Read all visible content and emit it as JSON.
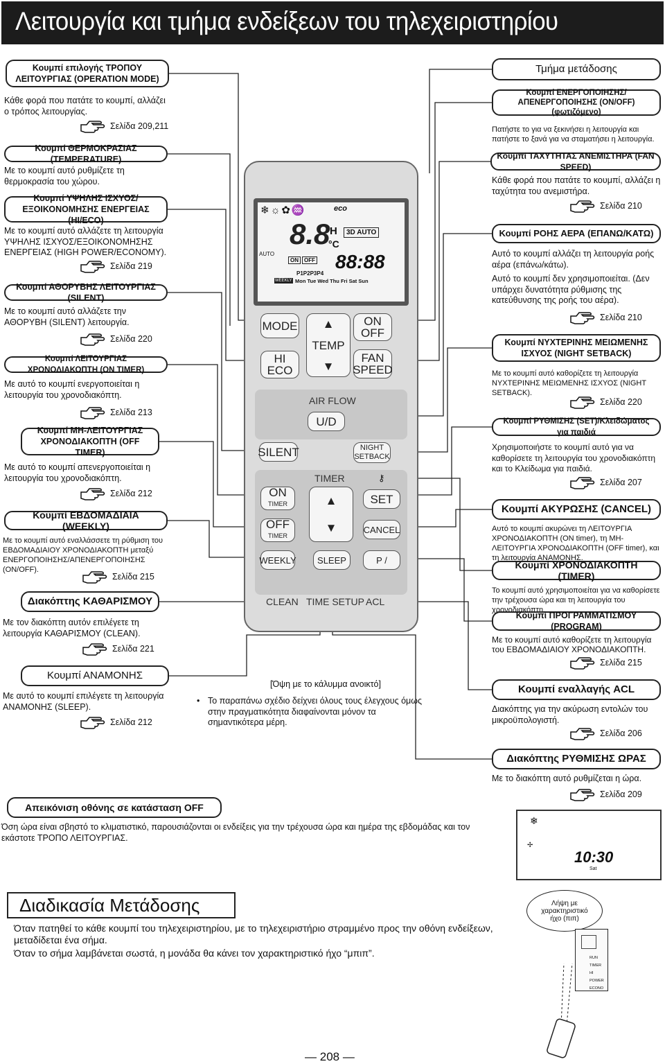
{
  "header": {
    "title": "Λειτουργία και τμήμα ενδείξεων του τηλεχειριστηρίου"
  },
  "left": [
    {
      "title": "Κουμπί επιλογής ΤΡΟΠΟΥ ΛΕΙΤΟΥΡΓΙΑΣ (OPERATION MODE)",
      "desc": "Κάθε φορά που πατάτε το κουμπί, αλλάζει ο τρόπος λειτουργίας.",
      "page": "Σελίδα 209,211"
    },
    {
      "title": "Κουμπί ΘΕΡΜΟΚΡΑΣΙΑΣ (TEMPERATURE)",
      "desc": "Με το κουμπί αυτό ρυθμίζετε τη θερμοκρασία του χώρου."
    },
    {
      "title": "Κουμπί ΥΨΗΛΗΣ ΙΣΧΥΟΣ/ ΕΞΟΙΚΟΝΟΜΗΣΗΣ ΕΝΕΡΓΕΙΑΣ (HI/ECO)",
      "desc": "Με το κουμπί αυτό αλλάζετε τη λειτουργία ΥΨΗΛΗΣ ΙΣΧΥΟΣ/ΕΞΟΙΚΟΝΟΜΗΣΗΣ ΕΝΕΡΓΕΙΑΣ (HIGH POWER/ECONOMY).",
      "page": "Σελίδα 219"
    },
    {
      "title": "Κουμπί ΑΘΟΡΥΒΗΣ ΛΕΙΤΟΥΡΓΙΑΣ (SILENT)",
      "desc": "Με το κουμπί αυτό αλλάζετε την ΑΘΟΡΥΒΗ (SILENT) λειτουργία.",
      "page": "Σελίδα 220"
    },
    {
      "title": "Κουμπί ΛΕΙΤΟΥΡΓΙΑΣ ΧΡΟΝΟΔΙΑΚΟΠΤΗ (ON TIMER)",
      "desc": "Με αυτό το κουμπί ενεργοποιείται η λειτουργία του χρονοδιακόπτη.",
      "page": "Σελίδα 213"
    },
    {
      "title": "Κουμπί ΜΗ-ΛΕΙΤΟΥΡΓΙΑΣ ΧΡΟΝΟΔΙΑΚΟΠΤΗ (OFF TIMER)",
      "desc": "Με αυτό το κουμπί απενεργοποιείται η λειτουργία του χρονοδιακόπτη.",
      "page": "Σελίδα 212"
    },
    {
      "title": "Κουμπί ΕΒΔΟΜΑΔΙΑΙΑ (WEEKLY)",
      "desc": "Με το κουμπί αυτό εναλλάσσετε τη ρύθμιση του ΕΒΔΟΜΑΔΙΑΙΟΥ ΧΡΟΝΟΔΙΑΚΟΠΤΗ μεταξύ ΕΝΕΡΓΟΠΟΙΗΣΗΣ/ΑΠΕΝΕΡΓΟΠΟΙΗΣΗΣ (ON/OFF).",
      "page": "Σελίδα 215"
    },
    {
      "title": "Διακόπτης ΚΑΘΑΡΙΣΜΟΥ",
      "desc": "Με τον διακόπτη αυτόν επιλέγετε τη λειτουργία ΚΑΘΑΡΙΣΜΟΥ (CLEAN).",
      "page": "Σελίδα 221"
    },
    {
      "title": "Κουμπί ΑΝΑΜΟΝΗΣ",
      "desc": "Με αυτό το κουμπί επιλέγετε τη λειτουργία ΑΝΑΜΟΝΗΣ (SLEEP).",
      "page": "Σελίδα 212"
    }
  ],
  "right": [
    {
      "title": "Τμήμα μετάδοσης"
    },
    {
      "title": "Κουμπί ΕΝΕΡΓΟΠΟΙΗΣΗΣ/ΑΠΕΝΕΡΓΟΠΟΙΗΣΗΣ (ON/OFF) (φωτιζόμενο)",
      "desc": "Πατήστε το για να ξεκινήσει η λειτουργία και πατήστε το ξανά για να σταματήσει η λειτουργία."
    },
    {
      "title": "Κουμπί ΤΑΧΥΤΗΤΑΣ ΑΝΕΜΙΣΤΗΡΑ (FAN SPEED)",
      "desc": "Κάθε φορά που πατάτε το κουμπί, αλλάζει η ταχύτητα του ανεμιστήρα.",
      "page": "Σελίδα 210"
    },
    {
      "title": "Κουμπί ΡΟΗΣ ΑΕΡΑ (ΕΠΑΝΩ/ΚΑΤΩ)",
      "desc": "Αυτό το κουμπί αλλάζει τη λειτουργία ροής αέρα (επάνω/κάτω).",
      "desc2": "Αυτό το κουμπί δεν χρησιμοποιείται. (Δεν υπάρχει δυνατότητα ρύθμισης της κατεύθυνσης της ροής του αέρα).",
      "page": "Σελίδα 210"
    },
    {
      "title": "Κουμπί ΝΥΧΤΕΡΙΝΗΣ ΜΕΙΩΜΕΝΗΣ ΙΣΧΥΟΣ (NIGHT SETBACK)",
      "desc": "Με το κουμπί αυτό καθορίζετε τη λειτουργία ΝΥΧΤΕΡΙΝΗΣ ΜΕΙΩΜΕΝΗΣ ΙΣΧΥΟΣ (NIGHT SETBACK).",
      "page": "Σελίδα 220"
    },
    {
      "title": "Κουμπί ΡΥΘΜΙΣΗΣ (SET)/Κλειδώματος για παιδιά",
      "desc": "Χρησιμοποιήστε το κουμπί αυτό για να καθορίσετε τη λειτουργία του χρονοδιακόπτη και το Κλείδωμα για παιδιά.",
      "page": "Σελίδα 207"
    },
    {
      "title": "Κουμπί ΑΚΥΡΩΣΗΣ (CANCEL)",
      "desc": "Αυτό το κουμπί ακυρώνει τη ΛΕΙΤΟΥΡΓΙΑ ΧΡΟΝΟΔΙΑΚΟΠΤΗ (ON timer), τη ΜΗ-ΛΕΙΤΟΥΡΓΙΑ ΧΡΟΝΟΔΙΑΚΟΠΤΗ (OFF timer), και τη λειτουργία ΑΝΑΜΟΝΗΣ."
    },
    {
      "title": "Κουμπί ΧΡΟΝΟΔΙΑΚΟΠΤΗ (TIMER)",
      "desc": "Το κουμπί αυτό χρησιμοποιείται για να καθορίσετε την τρέχουσα ώρα και τη λειτουργία του χρονοδιακόπτη."
    },
    {
      "title": "Κουμπί ΠΡΟΓΡΑΜΜΑΤΙΣΜΟΥ (PROGRAM)",
      "desc": "Με το κουμπί αυτό καθορίζετε τη λειτουργία του ΕΒΔΟΜΑΔΙΑΙΟΥ ΧΡΟΝΟΔΙΑΚΟΠΤΗ.",
      "page": "Σελίδα 215"
    },
    {
      "title": "Κουμπί εναλλαγής ACL",
      "desc": "Διακόπτης για την ακύρωση εντολών του μικροϋπολογιστή.",
      "page": "Σελίδα 206"
    },
    {
      "title": "Διακόπτης ΡΥΘΜΙΣΗΣ ΩΡΑΣ",
      "desc": "Με το διακόπτη αυτό ρυθμίζεται η ώρα.",
      "page": "Σελίδα 209"
    }
  ],
  "remote": {
    "buttons": {
      "mode": "MODE",
      "hi": "HI",
      "eco": "ECO",
      "temp": "TEMP",
      "on": "ON",
      "off": "OFF",
      "fan": "FAN",
      "speed": "SPEED",
      "airflow": "AIR FLOW",
      "ud": "U/D",
      "silent": "SILENT",
      "night": "NIGHT",
      "setback": "SETBACK",
      "timer": "TIMER",
      "on_timer": "ON",
      "off_timer": "OFF",
      "timer_sub": "TIMER",
      "set": "SET",
      "cancel": "CANCEL",
      "weekly": "WEEKLY",
      "sleep": "SLEEP",
      "program": "P /",
      "clean": "CLEAN",
      "time_setup": "TIME SETUP",
      "acl": "ACL"
    },
    "lcd": {
      "temp": "8.8",
      "h": "H",
      "unit": "°C",
      "auto3d": "3D AUTO",
      "on": "ON",
      "off": "OFF",
      "clock": "88:88",
      "auto": "AUTO",
      "weekly": "WEEKLY",
      "programs": "P1P2P3P4",
      "days": "Mon Tue Wed Thu Fri Sat Sun",
      "eco": "eco"
    }
  },
  "caption": "[Όψη με το κάλυμμα ανοικτό]",
  "note": "Το παραπάνω σχέδιο δείχνει όλους τους έλεγχους όμως στην πραγματικότητα διαφαίνονται μόνον τα σημαντικότερα μέρη.",
  "off_display": {
    "title": "Απεικόνιση οθόνης σε κατάσταση OFF",
    "desc": "Όση ώρα είναι σβηστό το κλιματιστικό, παρουσιάζονται οι ενδείξεις για την τρέχουσα ώρα και ημέρα της εβδομάδας και τον εκάστοτε ΤΡΟΠΟ ΛΕΙΤΟΥΡΓΙΑΣ.",
    "clock": "10:30",
    "day": "Sat"
  },
  "transmit": {
    "title": "Διαδικασία Μετάδοσης",
    "line1": "Όταν πατηθεί το κάθε κουμπί του τηλεχειριστηρίου, με το τηλεχειριστήριο στραμμένο προς την οθόνη ενδείξεων, μεταδίδεται ένα σήμα.",
    "line2": "Όταν το σήμα λαμβάνεται σωστά, η μονάδα θα κάνει τον χαρακτηριστικό ήχο “μπιπ”.",
    "bubble": "Λήψη με χαρακτηριστικό ήχο (πιπ)",
    "indoor_labels": [
      "RUN",
      "TIMER",
      "HI POWER",
      "ECONO"
    ]
  },
  "page_number": "208"
}
